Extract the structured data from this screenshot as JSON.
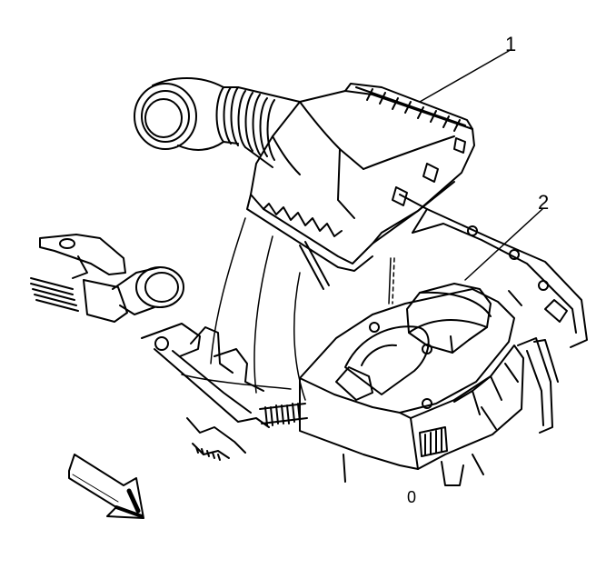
{
  "callouts": [
    {
      "id": "1",
      "text": "1"
    },
    {
      "id": "2",
      "text": "2"
    },
    {
      "id": "0",
      "text": "0"
    }
  ],
  "colors": {
    "ink": "#000000",
    "paper": "#ffffff"
  }
}
